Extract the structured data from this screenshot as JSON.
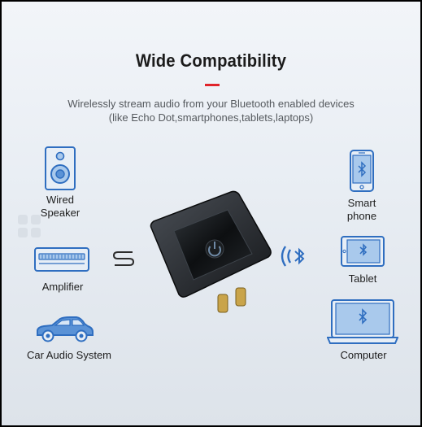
{
  "header": {
    "title": "Wide Compatibility",
    "subtitle_line1": "Wirelessly stream audio from your Bluetooth enabled devices",
    "subtitle_line2": "(like Echo Dot,smartphones,tablets,laptops)"
  },
  "left_devices": {
    "speaker_line1": "Wired",
    "speaker_line2": "Speaker",
    "amplifier": "Amplifier",
    "car": "Car Audio System"
  },
  "right_devices": {
    "phone_line1": "Smart",
    "phone_line2": "phone",
    "tablet": "Tablet",
    "computer": "Computer"
  },
  "colors": {
    "accent_red": "#e0242a",
    "icon_blue": "#2f6ec0",
    "icon_light_blue": "#a9c9ec"
  },
  "icons": [
    "speaker-icon",
    "amplifier-icon",
    "car-icon",
    "wired-connection-icon",
    "bluetooth-wave-icon",
    "smartphone-icon",
    "tablet-icon",
    "laptop-icon",
    "power-icon"
  ]
}
